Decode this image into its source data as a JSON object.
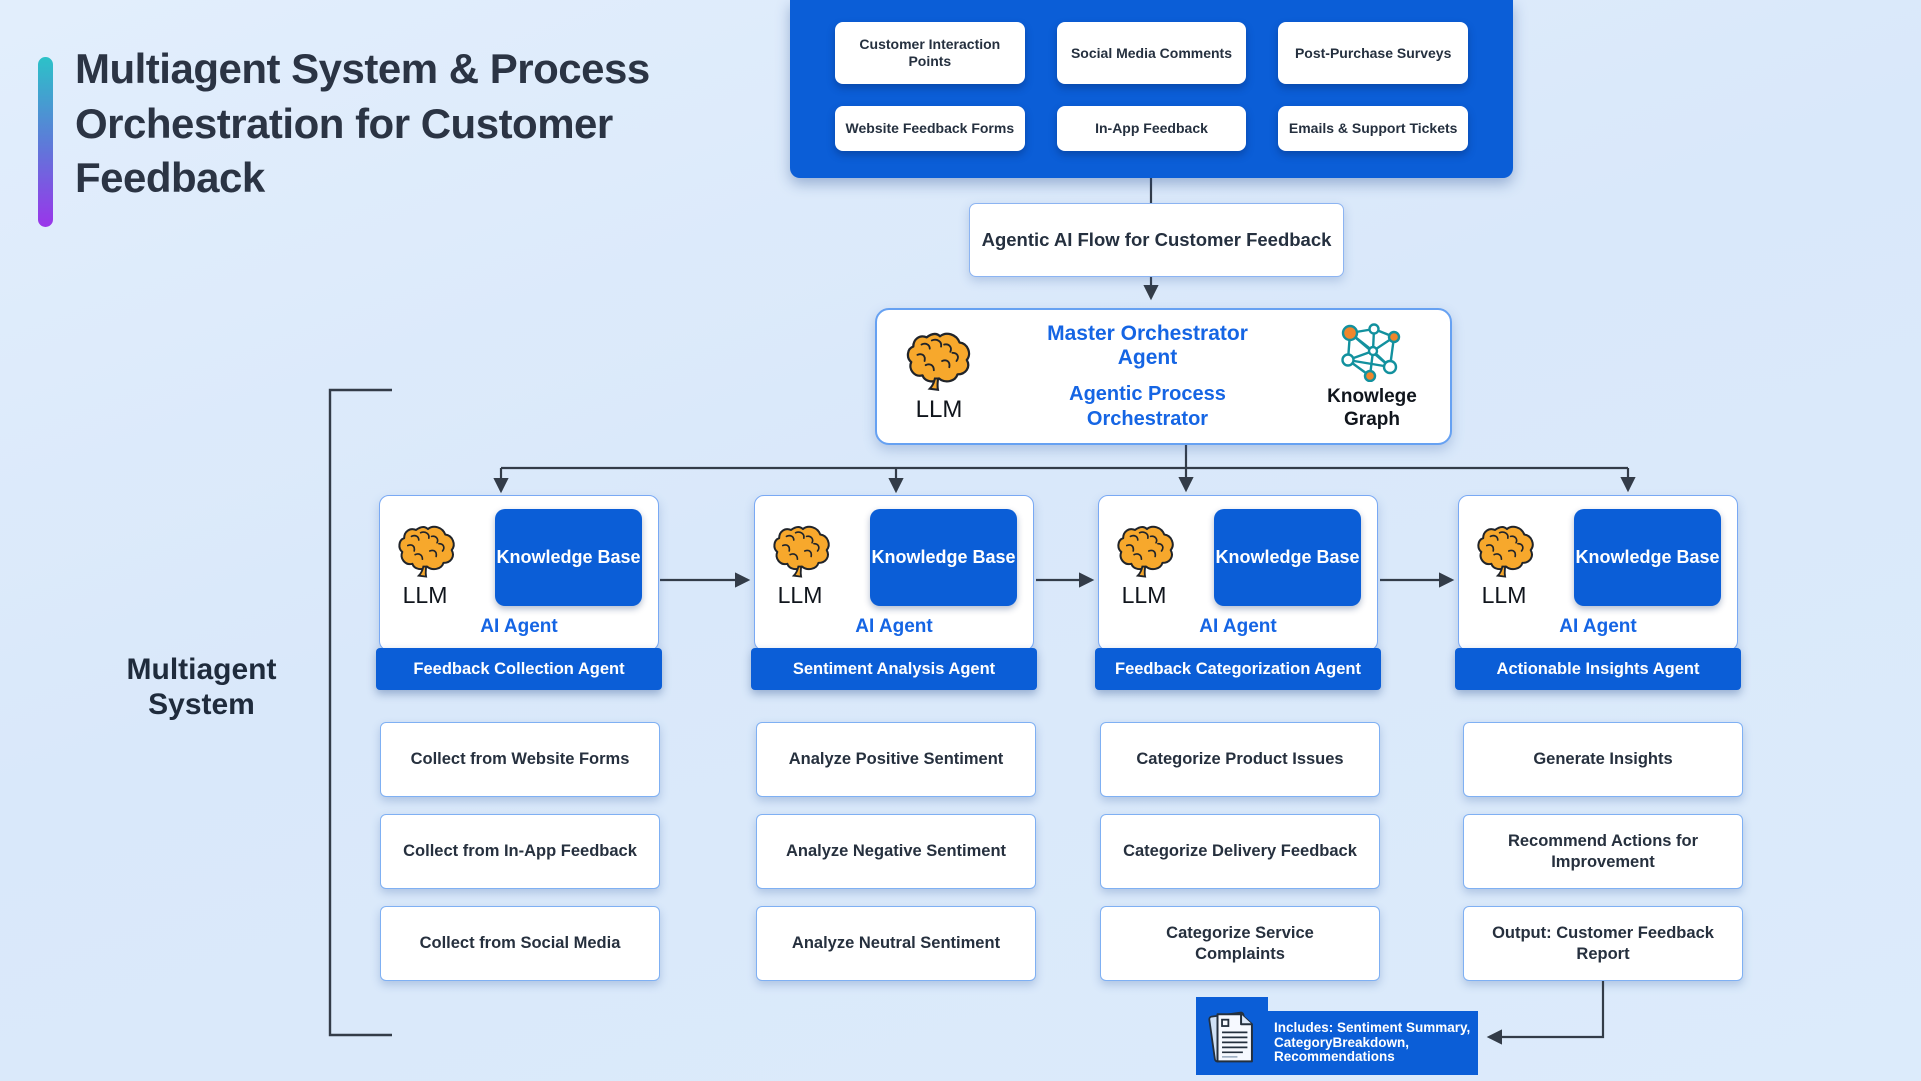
{
  "page": {
    "title": "Multiagent System & Process Orchestration for Customer Feedback"
  },
  "sources": {
    "items": [
      "Customer Interaction Points",
      "Social Media Comments",
      "Post-Purchase Surveys",
      "Website Feedback Forms",
      "In-App Feedback",
      "Emails & Support Tickets"
    ]
  },
  "flow": {
    "label": "Agentic AI Flow for Customer Feedback"
  },
  "orchestrator": {
    "llm_label": "LLM",
    "title": "Master Orchestrator Agent",
    "subtitle": "Agentic Process Orchestrator",
    "kg_label": "Knowlege Graph"
  },
  "system": {
    "label": "Multiagent System"
  },
  "agent_common": {
    "llm_label": "LLM",
    "kb_label": "Knowledge Base",
    "type_label": "AI Agent"
  },
  "agents": [
    {
      "name": "Feedback Collection Agent",
      "tasks": [
        "Collect from Website Forms",
        "Collect from In-App Feedback",
        "Collect from Social Media"
      ]
    },
    {
      "name": "Sentiment Analysis Agent",
      "tasks": [
        "Analyze Positive Sentiment",
        "Analyze Negative Sentiment",
        "Analyze Neutral Sentiment"
      ]
    },
    {
      "name": "Feedback Categorization Agent",
      "tasks": [
        "Categorize Product Issues",
        "Categorize Delivery Feedback",
        "Categorize Service Complaints"
      ]
    },
    {
      "name": "Actionable Insights Agent",
      "tasks": [
        "Generate Insights",
        "Recommend Actions for Improvement",
        "Output: Customer Feedback Report"
      ]
    }
  ],
  "report": {
    "lines": [
      "Includes: Sentiment Summary,",
      "CategoryBreakdown,",
      "Recommendations"
    ]
  },
  "colors": {
    "background": "#dbe9fa",
    "primary_blue": "#0b5ed7",
    "link_blue": "#1565e4",
    "dark_text": "#25303f",
    "card_border": "#79a9f4",
    "arrow": "#333c48",
    "gradient_top": "#2cc2c8",
    "gradient_bottom": "#9a35ea",
    "brain_orange": "#f7a82c",
    "graph_teal": "#12919e",
    "graph_orange": "#f0862c"
  }
}
